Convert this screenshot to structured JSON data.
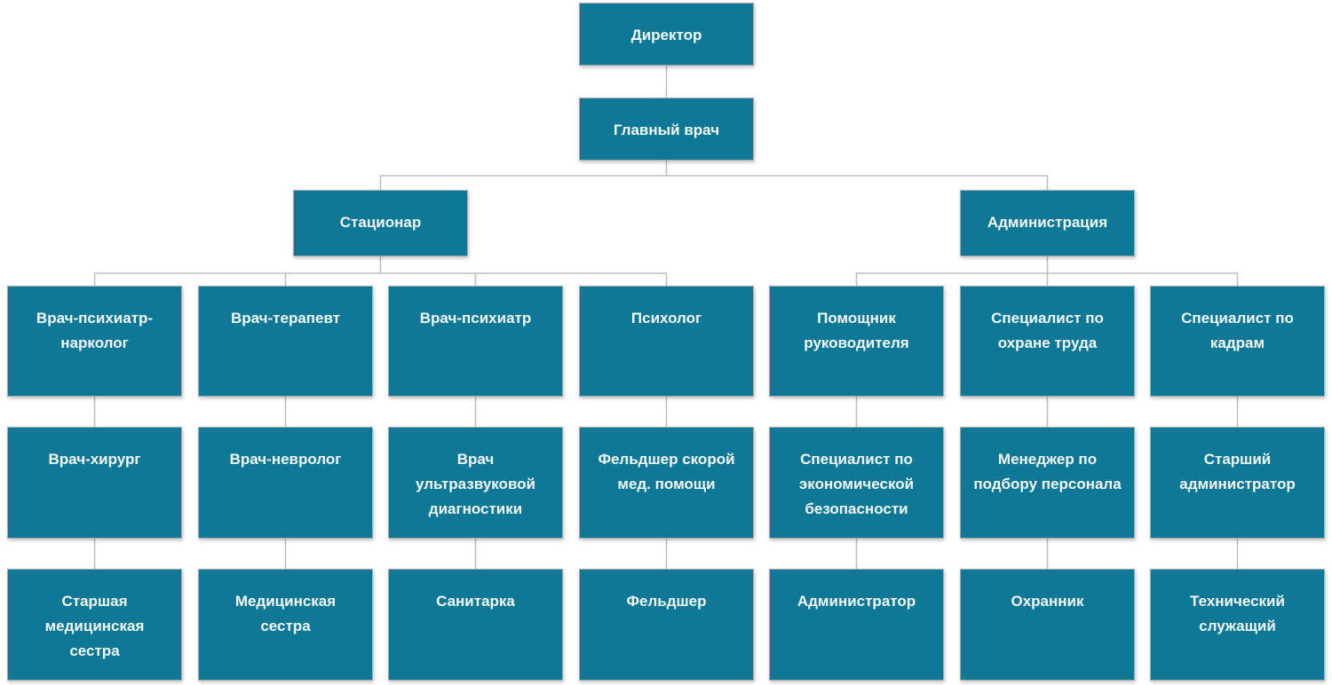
{
  "org_chart": {
    "type": "org-tree",
    "colors": {
      "node_fill": "#0e7896",
      "node_text": "#f2fafc",
      "node_border": "#a6abae",
      "connector": "#bdbdbd",
      "background": "#ffffff"
    },
    "nodes": {
      "director": "Директор",
      "chief_physician": "Главный врач",
      "branch_inpatient": "Стационар",
      "branch_administration": "Администрация"
    },
    "columns": [
      {
        "parent": "Стационар",
        "cells": [
          "Врач-психиатр-нарколог",
          "Врач-хирург",
          "Старшая медицинская сестра"
        ]
      },
      {
        "parent": "Стационар",
        "cells": [
          "Врач-терапевт",
          "Врач-невролог",
          "Медицинская сестра"
        ]
      },
      {
        "parent": "Стационар",
        "cells": [
          "Врач-психиатр",
          "Врач ультразвуковой диагностики",
          "Санитарка"
        ]
      },
      {
        "parent": "Стационар",
        "cells": [
          "Психолог",
          "Фельдшер скорой мед. помощи",
          "Фельдшер"
        ]
      },
      {
        "parent": "Администрация",
        "cells": [
          "Помощник руководителя",
          "Специалист по экономической безопасности",
          "Администратор"
        ]
      },
      {
        "parent": "Администрация",
        "cells": [
          "Специалист по охране труда",
          "Менеджер по подбору персонала",
          "Охранник"
        ]
      },
      {
        "parent": "Администрация",
        "cells": [
          "Специалист по кадрам",
          "Старший администратор",
          "Технический служащий"
        ]
      }
    ]
  }
}
